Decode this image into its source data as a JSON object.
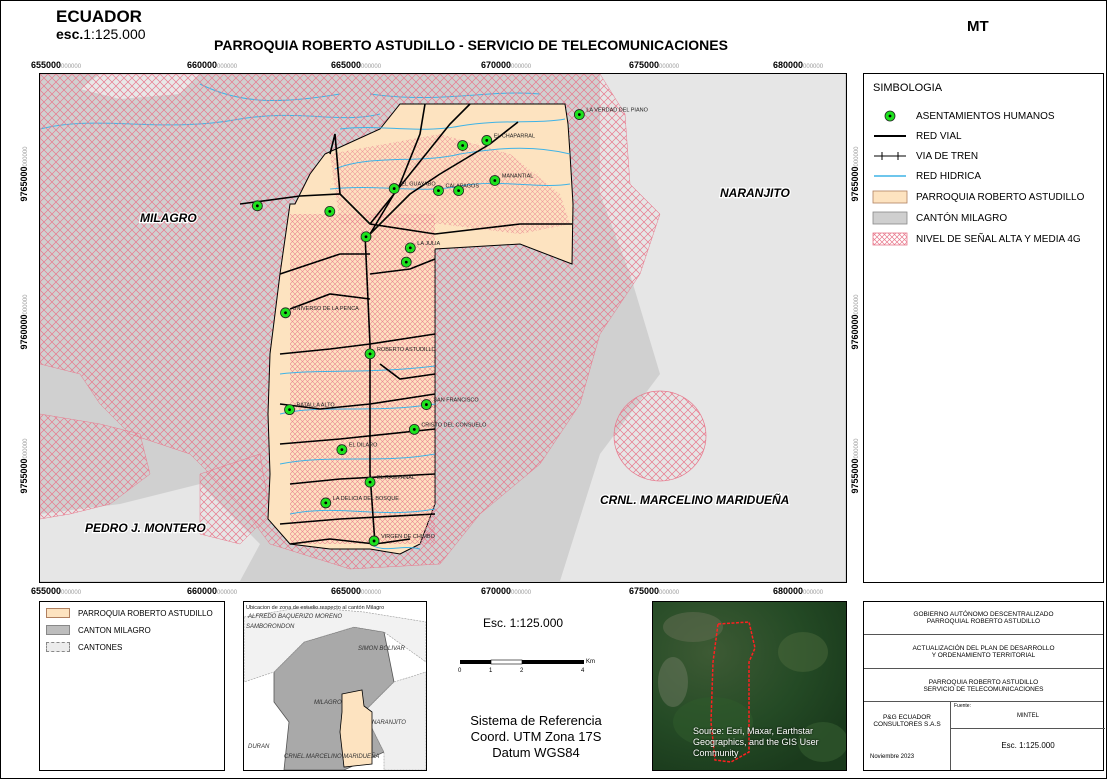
{
  "header": {
    "country": "ECUADOR",
    "scale_label": "esc.",
    "scale_value": "1:125.000",
    "title": "PARROQUIA ROBERTO ASTUDILLO - SERVICIO DE TELECOMUNICACIONES",
    "code": "MT"
  },
  "grid": {
    "x_ticks": [
      "655000",
      "660000",
      "665000",
      "670000",
      "675000",
      "680000"
    ],
    "x_suffix": "000000",
    "y_ticks": [
      "9765000",
      "9760000",
      "9755000"
    ],
    "y_suffix": "000000"
  },
  "map": {
    "regions": {
      "milagro": "MILAGRO",
      "naranjito": "NARANJITO",
      "marcelino": "CRNL. MARCELINO MARIDUEÑA",
      "montero": "PEDRO J. MONTERO"
    },
    "settlements": [
      {
        "name": "LA VERDAD DEL PIANO",
        "lx": 0.67,
        "ly": 0.08
      },
      {
        "name": "EL CHAPARRAL",
        "lx": 0.555,
        "ly": 0.131
      },
      {
        "name": "",
        "lx": 0.525,
        "ly": 0.141
      },
      {
        "name": "EL GUAYABO",
        "lx": 0.44,
        "ly": 0.226
      },
      {
        "name": "CALAPAGOS",
        "lx": 0.495,
        "ly": 0.23
      },
      {
        "name": "",
        "lx": 0.52,
        "ly": 0.23
      },
      {
        "name": "MANANTIAL",
        "lx": 0.565,
        "ly": 0.21
      },
      {
        "name": "",
        "lx": 0.27,
        "ly": 0.26
      },
      {
        "name": "",
        "lx": 0.36,
        "ly": 0.271
      },
      {
        "name": "",
        "lx": 0.405,
        "ly": 0.321
      },
      {
        "name": "LA JULIA",
        "lx": 0.46,
        "ly": 0.343
      },
      {
        "name": "",
        "lx": 0.455,
        "ly": 0.371
      },
      {
        "name": "UNIVERSO DE LA PENCA",
        "lx": 0.305,
        "ly": 0.471
      },
      {
        "name": "ROBERTO ASTUDILLO",
        "lx": 0.41,
        "ly": 0.552
      },
      {
        "name": "SAN FRANCISCO",
        "lx": 0.48,
        "ly": 0.652
      },
      {
        "name": "BATALLA ALTO",
        "lx": 0.31,
        "ly": 0.662
      },
      {
        "name": "CRISTO DEL CONSUELO",
        "lx": 0.465,
        "ly": 0.701
      },
      {
        "name": "EL DILARO",
        "lx": 0.375,
        "ly": 0.741
      },
      {
        "name": "EL RAMPANAL",
        "lx": 0.41,
        "ly": 0.805
      },
      {
        "name": "LA DELICIA DEL BOSQUE",
        "lx": 0.355,
        "ly": 0.846
      },
      {
        "name": "VIRGEN DE CHIMBO",
        "lx": 0.415,
        "ly": 0.921
      }
    ]
  },
  "legend": {
    "title": "SIMBOLOGIA",
    "items": [
      {
        "label": "ASENTAMIENTOS HUMANOS"
      },
      {
        "label": "RED VIAL"
      },
      {
        "label": "VIA DE TREN"
      },
      {
        "label": "RED HIDRICA"
      },
      {
        "label": "PARROQUIA ROBERTO ASTUDILLO"
      },
      {
        "label": "CANTÓN MILAGRO"
      },
      {
        "label": "NIVEL DE SEÑAL ALTA Y MEDIA 4G"
      }
    ]
  },
  "bottom_legend": {
    "items": [
      {
        "label": "PARROQUIA ROBERTO ASTUDILLO"
      },
      {
        "label": "CANTON MILAGRO"
      },
      {
        "label": "CANTONES"
      }
    ]
  },
  "inset": {
    "title": "Ubicacion de zona de estudio respecto al cantón Milagro",
    "labels": {
      "alfredo": "ALFREDO BAQUERIZO MORENO",
      "samborondon": "SAMBORONDON",
      "simon": "SIMON BOLIVAR",
      "milagro": "MILAGRO",
      "naranjito": "NARANJITO",
      "duran": "DURAN",
      "marcelino": "CRNEL.MARCELINO MARIDUEÑA"
    }
  },
  "scale": {
    "text": "Esc. 1:125.000",
    "unit": "Km",
    "ticks": [
      "0",
      "1",
      "2",
      "4"
    ]
  },
  "srs": {
    "line1": "Sistema de Referencia",
    "line2": "Coord. UTM Zona 17S",
    "line3": "Datum WGS84"
  },
  "satellite": {
    "attribution": "Source: Esri, Maxar, Earthstar Geographics, and the GIS User Community"
  },
  "titleblock": {
    "org1": "GOBIERNO AUTÓNOMO DESCENTRALIZADO",
    "org2": "PARROQUIAL ROBERTO ASTUDILLO",
    "plan1": "ACTUALIZACIÓN DEL PLAN DE DESARROLLO",
    "plan2": "Y ORDENAMIENTO TERRITORIAL",
    "map1": "PARROQUIA ROBERTO ASTUDILLO",
    "map2": "SERVICIO DE TELECOMUNICACIONES",
    "source_label": "Fuente:",
    "author1": "P&G ECUADOR",
    "author2": "CONSULTORES S.A.S",
    "source": "MINTEL",
    "date": "Noviembre 2023",
    "scale": "Esc.  1:125.000"
  },
  "colors": {
    "parish_fill": "#fde3c0",
    "canton_fill": "#cfcfcf",
    "signal_hatch": "#e8788c",
    "road": "#000000",
    "river": "#3fb3e6",
    "settlement": "#1de21d"
  }
}
